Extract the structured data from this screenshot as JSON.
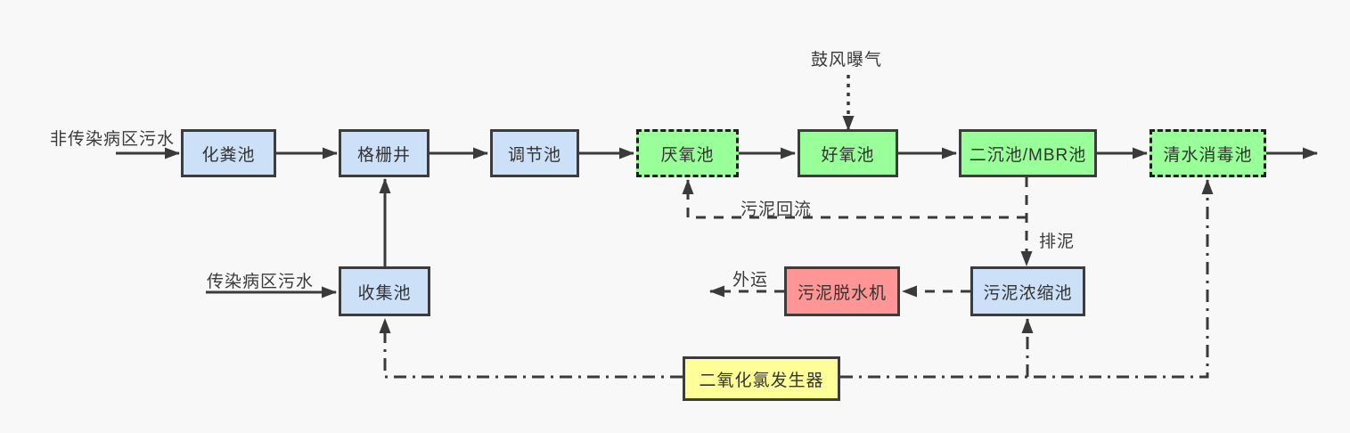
{
  "diagram": {
    "type": "flowchart",
    "background": "#f8f8f8",
    "stroke_color": "#3a3a3a",
    "colors": {
      "blue": "#cce0f7",
      "green": "#99ff99",
      "red": "#ff9595",
      "yellow": "#ffff99"
    },
    "nodes": [
      {
        "id": "septic-tank",
        "label": "化粪池",
        "fill": "blue",
        "border": "solid"
      },
      {
        "id": "grid-well",
        "label": "格栅井",
        "fill": "blue",
        "border": "solid"
      },
      {
        "id": "regulation-tank",
        "label": "调节池",
        "fill": "blue",
        "border": "solid"
      },
      {
        "id": "anaerobic-tank",
        "label": "厌氧池",
        "fill": "green",
        "border": "dashed"
      },
      {
        "id": "aerobic-tank",
        "label": "好氧池",
        "fill": "green",
        "border": "solid"
      },
      {
        "id": "secondary-sedimentation-mbr-tank",
        "label": "二沉池/MBR池",
        "fill": "green",
        "border": "solid"
      },
      {
        "id": "clean-water-disinfection-tank",
        "label": "清水消毒池",
        "fill": "green",
        "border": "dashed"
      },
      {
        "id": "collection-tank",
        "label": "收集池",
        "fill": "blue",
        "border": "solid"
      },
      {
        "id": "sludge-dewatering-machine",
        "label": "污泥脱水机",
        "fill": "red",
        "border": "solid"
      },
      {
        "id": "sludge-thickening-tank",
        "label": "污泥浓缩池",
        "fill": "blue",
        "border": "solid"
      },
      {
        "id": "chlorine-dioxide-generator",
        "label": "二氧化氯发生器",
        "fill": "yellow",
        "border": "solid"
      }
    ],
    "flow_labels": {
      "non_infectious_inflow": "非传染病区污水",
      "infectious_inflow": "传染病区污水",
      "aeration": "鼓风曝气",
      "sludge_return": "污泥回流",
      "sludge_discharge": "排泥",
      "outward_transport": "外运"
    }
  }
}
